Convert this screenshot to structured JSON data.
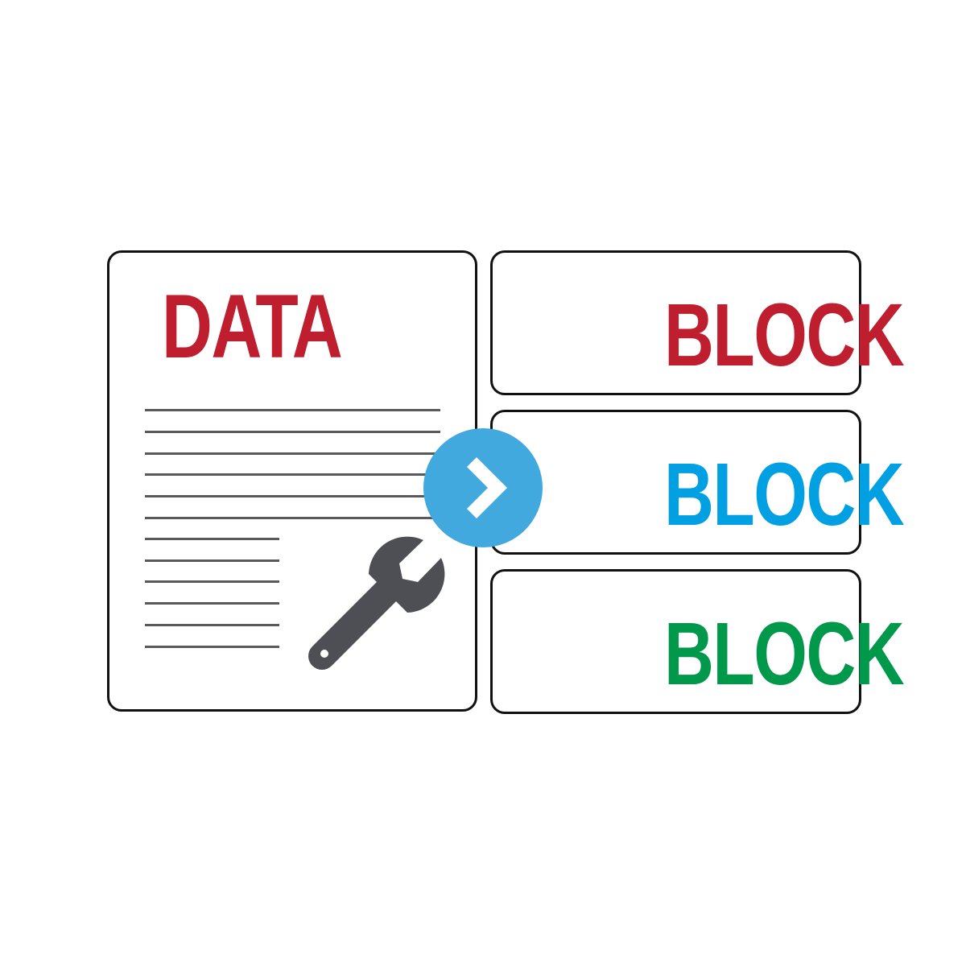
{
  "document": {
    "title": "DATA",
    "title_color": "#be1e2d",
    "line_color": "#58595b",
    "icon": "wrench-icon",
    "icon_color": "#4d4f55"
  },
  "arrow_button": {
    "icon": "chevron-right-icon",
    "fill_color": "#41a9de",
    "chevron_color": "#ffffff"
  },
  "blocks": [
    {
      "label": "BLOCK",
      "color": "#be1e2d"
    },
    {
      "label": "BLOCK",
      "color": "#00a0e3"
    },
    {
      "label": "BLOCK",
      "color": "#00984a"
    }
  ]
}
